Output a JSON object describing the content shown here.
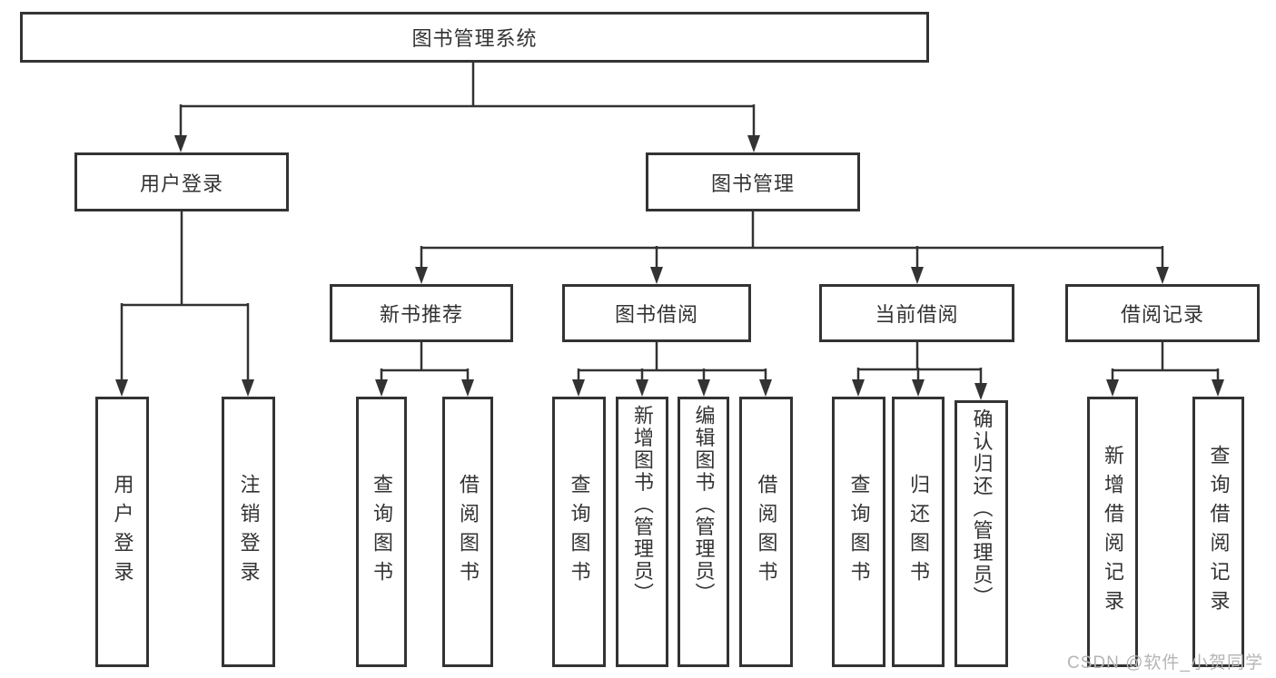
{
  "diagram_title": "图书管理系统",
  "watermark": "CSDN @软件_小贺同学",
  "colors": {
    "line": "#333333",
    "box_border": "#333333",
    "text": "#333333",
    "watermark": "#b5b5b5",
    "background": "#ffffff"
  },
  "tree": {
    "label": "图书管理系统",
    "children": [
      {
        "label": "用户登录",
        "children": [
          {
            "label": "用户登录"
          },
          {
            "label": "注销登录"
          }
        ]
      },
      {
        "label": "图书管理",
        "children": [
          {
            "label": "新书推荐",
            "children": [
              {
                "label": "查询图书"
              },
              {
                "label": "借阅图书"
              }
            ]
          },
          {
            "label": "图书借阅",
            "children": [
              {
                "label": "查询图书"
              },
              {
                "label": "新增图书（管理员）"
              },
              {
                "label": "编辑图书（管理员）"
              },
              {
                "label": "借阅图书"
              }
            ]
          },
          {
            "label": "当前借阅",
            "children": [
              {
                "label": "查询图书"
              },
              {
                "label": "归还图书"
              },
              {
                "label": "确认归还（管理员）"
              }
            ]
          },
          {
            "label": "借阅记录",
            "children": [
              {
                "label": "新增借阅记录"
              },
              {
                "label": "查询借阅记录"
              }
            ]
          }
        ]
      }
    ]
  }
}
